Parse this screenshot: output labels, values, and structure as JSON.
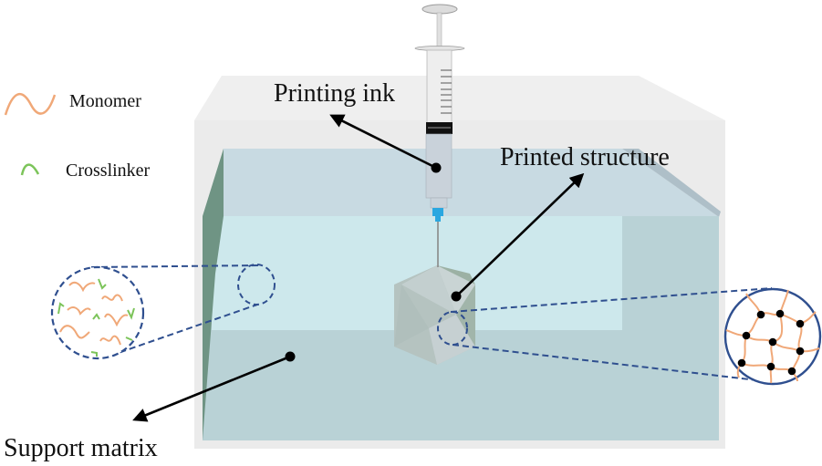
{
  "legend": {
    "items": [
      {
        "label": "Monomer",
        "icon": "wavy-line-icon",
        "color": "#f0a878"
      },
      {
        "label": "Crosslinker",
        "icon": "caret-arc-icon",
        "color": "#7cc45a"
      }
    ]
  },
  "labels": {
    "printing_ink": "Printing ink",
    "printed_structure": "Printed structure",
    "support_matrix": "Support matrix"
  },
  "colors": {
    "dashed_callout": "#2f4f8f",
    "network_strand": "#f0a878",
    "crosslink_node": "#000000",
    "needle_hub": "#2aa7e0",
    "support_left_face": "#6f9484",
    "liquid_front": "#b9d2d6",
    "liquid_band": "#cde8ec",
    "liquid_top": "#c8dae2"
  }
}
